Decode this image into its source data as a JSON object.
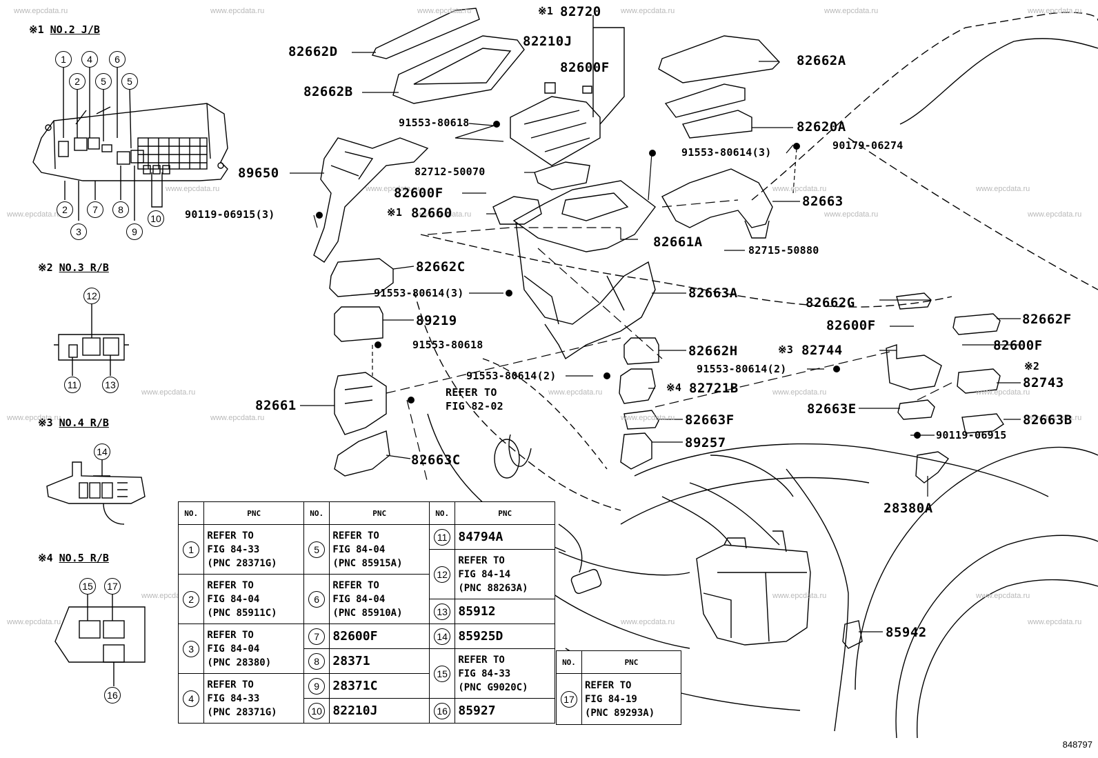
{
  "watermark": "www.epcdata.ru",
  "figure_id": "848797",
  "sections": {
    "s1": {
      "mark": "※1",
      "title": "NO.2 J/B"
    },
    "s2": {
      "mark": "※2",
      "title": "NO.3 R/B"
    },
    "s3": {
      "mark": "※3",
      "title": "NO.4 R/B"
    },
    "s4": {
      "mark": "※4",
      "title": "NO.5 R/B"
    }
  },
  "circle_numbers": [
    "1",
    "2",
    "3",
    "4",
    "5",
    "6",
    "7",
    "8",
    "9",
    "10",
    "11",
    "12",
    "13",
    "14",
    "15",
    "16",
    "17"
  ],
  "part_labels": {
    "p82720": "82720",
    "p82720_mark": "※1",
    "p82662D": "82662D",
    "p82210J": "82210J",
    "p82600F_top": "82600F",
    "p82662B": "82662B",
    "p82662A": "82662A",
    "p91553_80618_a": "91553-80618",
    "p82620A": "82620A",
    "p91553_80614_3a": "91553-80614(3)",
    "p90179_06274": "90179-06274",
    "p89650": "89650",
    "p82712_50070": "82712-50070",
    "p82600F_mid": "82600F",
    "p82663": "82663",
    "p82660_mark": "※1",
    "p82660": "82660",
    "p90119_06915_3": "90119-06915(3)",
    "p82661A": "82661A",
    "p82715_50880": "82715-50880",
    "p82662C": "82662C",
    "p91553_80614_3b": "91553-80614(3)",
    "p82663A": "82663A",
    "p82662G": "82662G",
    "p89219": "89219",
    "p82600F_r1": "82600F",
    "p82662F": "82662F",
    "p91553_80618_b": "91553-80618",
    "p82600F_r2": "82600F",
    "p82662H": "82662H",
    "p82744_mark": "※3",
    "p82744": "82744",
    "p91553_80614_2a": "91553-80614(2)",
    "p91553_80614_2b": "91553-80614(2)",
    "p82721B_mark": "※4",
    "p82721B": "82721B",
    "p82743_mark": "※2",
    "p82743": "82743",
    "p82661": "82661",
    "refer_to": "REFER TO",
    "fig_82_02": "FIG 82-02",
    "p82663F": "82663F",
    "p82663E": "82663E",
    "p82663B": "82663B",
    "p90119_06915": "90119-06915",
    "p89257": "89257",
    "p82663C": "82663C",
    "p28380A": "28380A",
    "p85942": "85942"
  },
  "table": {
    "col_no": "NO.",
    "col_pnc": "PNC",
    "rows": [
      {
        "no": "1",
        "l1": "REFER TO",
        "l2": "FIG 84-33",
        "l3": "(PNC 28371G)"
      },
      {
        "no": "2",
        "l1": "REFER TO",
        "l2": "FIG 84-04",
        "l3": "(PNC 85911C)"
      },
      {
        "no": "3",
        "l1": "REFER TO",
        "l2": "FIG 84-04",
        "l3": "(PNC 28380)"
      },
      {
        "no": "4",
        "l1": "REFER TO",
        "l2": "FIG 84-33",
        "l3": "(PNC 28371G)"
      },
      {
        "no": "5",
        "l1": "REFER TO",
        "l2": "FIG 84-04",
        "l3": "(PNC 85915A)"
      },
      {
        "no": "6",
        "l1": "REFER TO",
        "l2": "FIG 84-04",
        "l3": "(PNC 85910A)"
      },
      {
        "no": "7",
        "v": "82600F"
      },
      {
        "no": "8",
        "v": "28371"
      },
      {
        "no": "9",
        "v": "28371C"
      },
      {
        "no": "10",
        "v": "82210J"
      },
      {
        "no": "11",
        "v": "84794A"
      },
      {
        "no": "12",
        "l1": "REFER TO",
        "l2": "FIG 84-14",
        "l3": "(PNC 88263A)"
      },
      {
        "no": "13",
        "v": "85912"
      },
      {
        "no": "14",
        "v": "85925D"
      },
      {
        "no": "15",
        "l1": "REFER TO",
        "l2": "FIG 84-33",
        "l3": "(PNC G9020C)"
      },
      {
        "no": "16",
        "v": "85927"
      },
      {
        "no": "17",
        "l1": "REFER TO",
        "l2": "FIG 84-19",
        "l3": "(PNC 89293A)"
      }
    ]
  }
}
